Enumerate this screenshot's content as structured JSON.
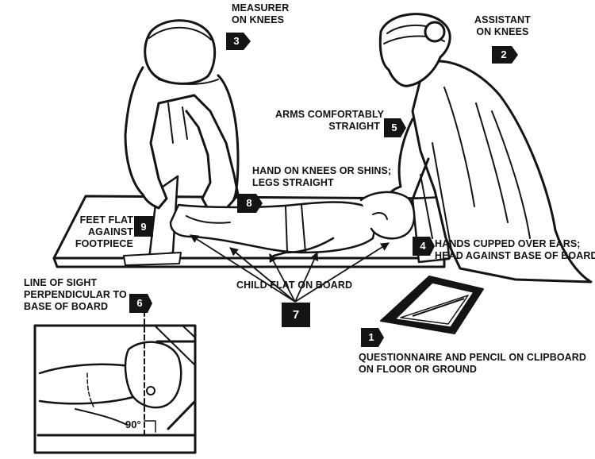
{
  "colors": {
    "ink": "#141414",
    "paper": "#ffffff"
  },
  "labels": {
    "measurer": [
      "MEASURER",
      "ON KNEES"
    ],
    "assistant": [
      "ASSISTANT",
      "ON KNEES"
    ],
    "arms": [
      "ARMS COMFORTABLY",
      "STRAIGHT"
    ],
    "hand_knees": [
      "HAND ON KNEES OR SHINS;",
      "LEGS STRAIGHT"
    ],
    "feet": [
      "FEET FLAT",
      "AGAINST",
      "FOOTPIECE"
    ],
    "hands_cupped": [
      "HANDS CUPPED OVER EARS;",
      "HEAD AGAINST BASE OF BOARD"
    ],
    "child_flat": "CHILD FLAT ON BOARD",
    "line_of_sight": [
      "LINE OF SIGHT",
      "PERPENDICULAR TO",
      "BASE OF BOARD"
    ],
    "questionnaire": [
      "QUESTIONNAIRE AND PENCIL ON CLIPBOARD",
      "ON FLOOR OR GROUND"
    ],
    "angle": "90°"
  },
  "steps": {
    "s1": "1",
    "s2": "2",
    "s3": "3",
    "s4": "4",
    "s5": "5",
    "s6": "6",
    "s7": "7",
    "s8": "8",
    "s9": "9"
  }
}
